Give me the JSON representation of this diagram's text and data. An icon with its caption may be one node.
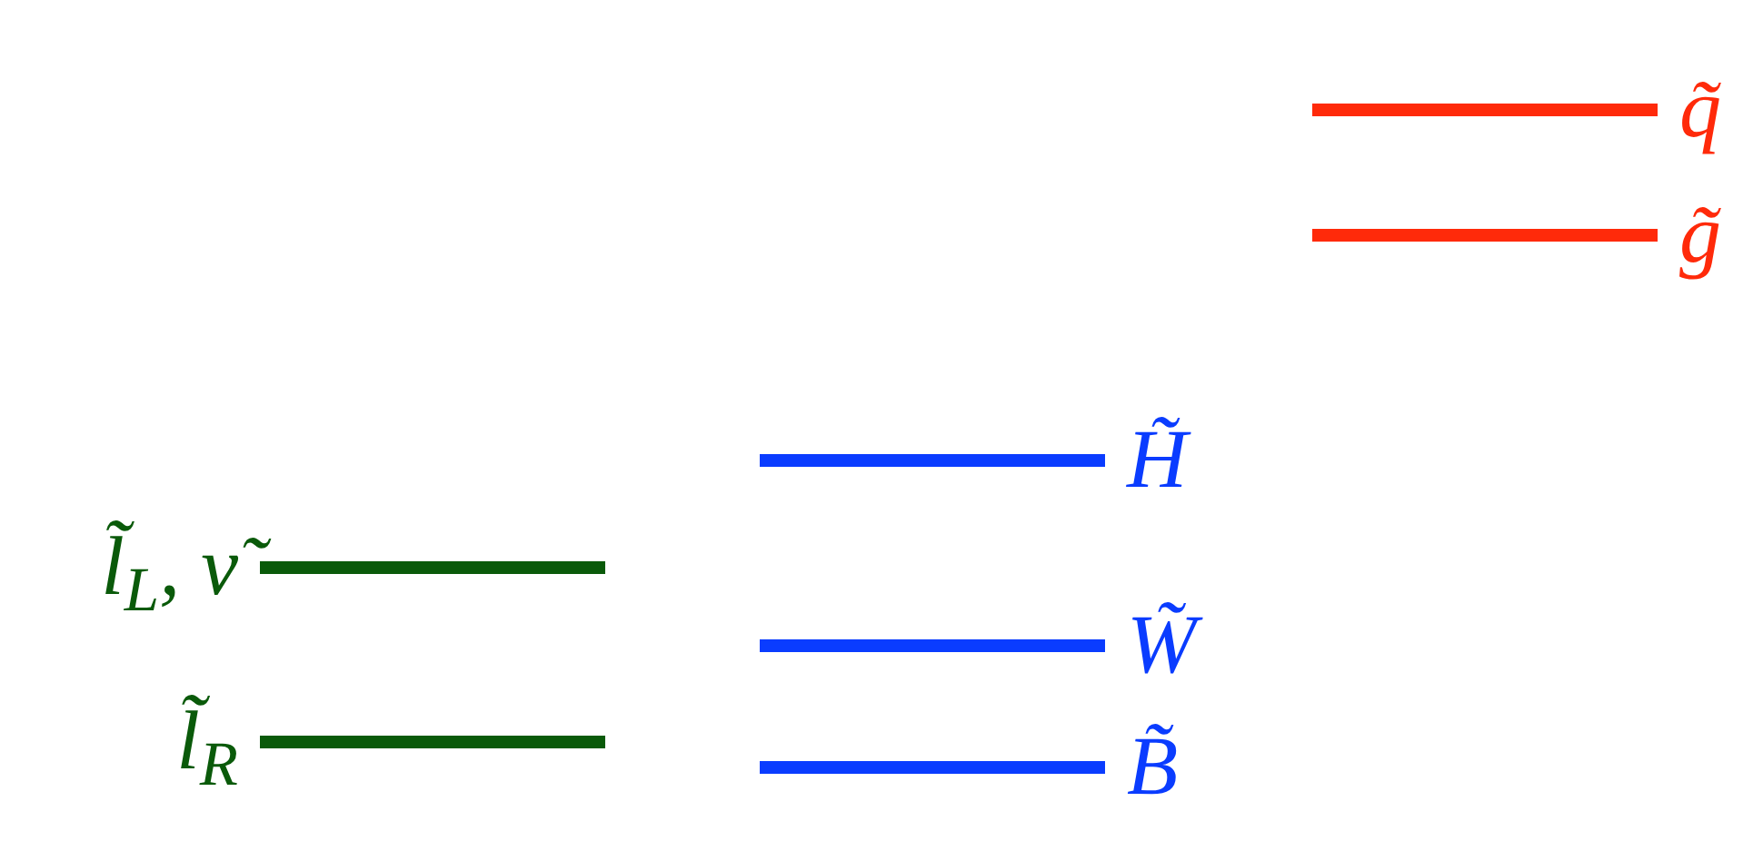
{
  "diagram": {
    "nodes": [
      {
        "text": [],
        "shape": "bar",
        "beside": [
          "q̃"
        ]
      },
      {
        "text": [],
        "shape": "bar",
        "beside": [
          "g̃"
        ]
      },
      {
        "text": [],
        "shape": "bar",
        "beside": [
          "H̃"
        ]
      },
      {
        "text": [],
        "shape": "bar",
        "beside": [
          "l̃$_{L}$, ν̃"
        ]
      },
      {
        "text": [],
        "shape": "bar",
        "beside": [
          "W̃"
        ]
      },
      {
        "text": [],
        "shape": "bar",
        "beside": [
          "l̃$_{R}$"
        ]
      },
      {
        "text": [],
        "shape": "bar",
        "beside": [
          "B̃"
        ]
      }
    ]
  }
}
